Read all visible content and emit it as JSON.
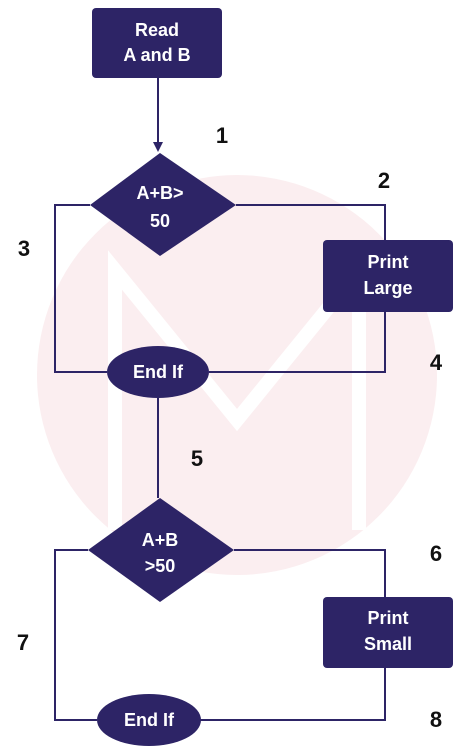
{
  "colors": {
    "node_fill": "#2d2466",
    "edge": "#2d2466",
    "text": "#ffffff",
    "number": "#111111",
    "watermark": "#f9e9ec"
  },
  "nodes": {
    "read": {
      "line1": "Read",
      "line2": "A and B"
    },
    "cond1": {
      "line1": "A+B>",
      "line2": "50"
    },
    "print1": {
      "line1": "Print",
      "line2": "Large"
    },
    "end1": {
      "label": "End If"
    },
    "cond2": {
      "line1": "A+B",
      "line2": ">50"
    },
    "print2": {
      "line1": "Print",
      "line2": "Small"
    },
    "end2": {
      "label": "End If"
    }
  },
  "step_numbers": [
    "1",
    "2",
    "3",
    "4",
    "5",
    "6",
    "7",
    "8"
  ]
}
